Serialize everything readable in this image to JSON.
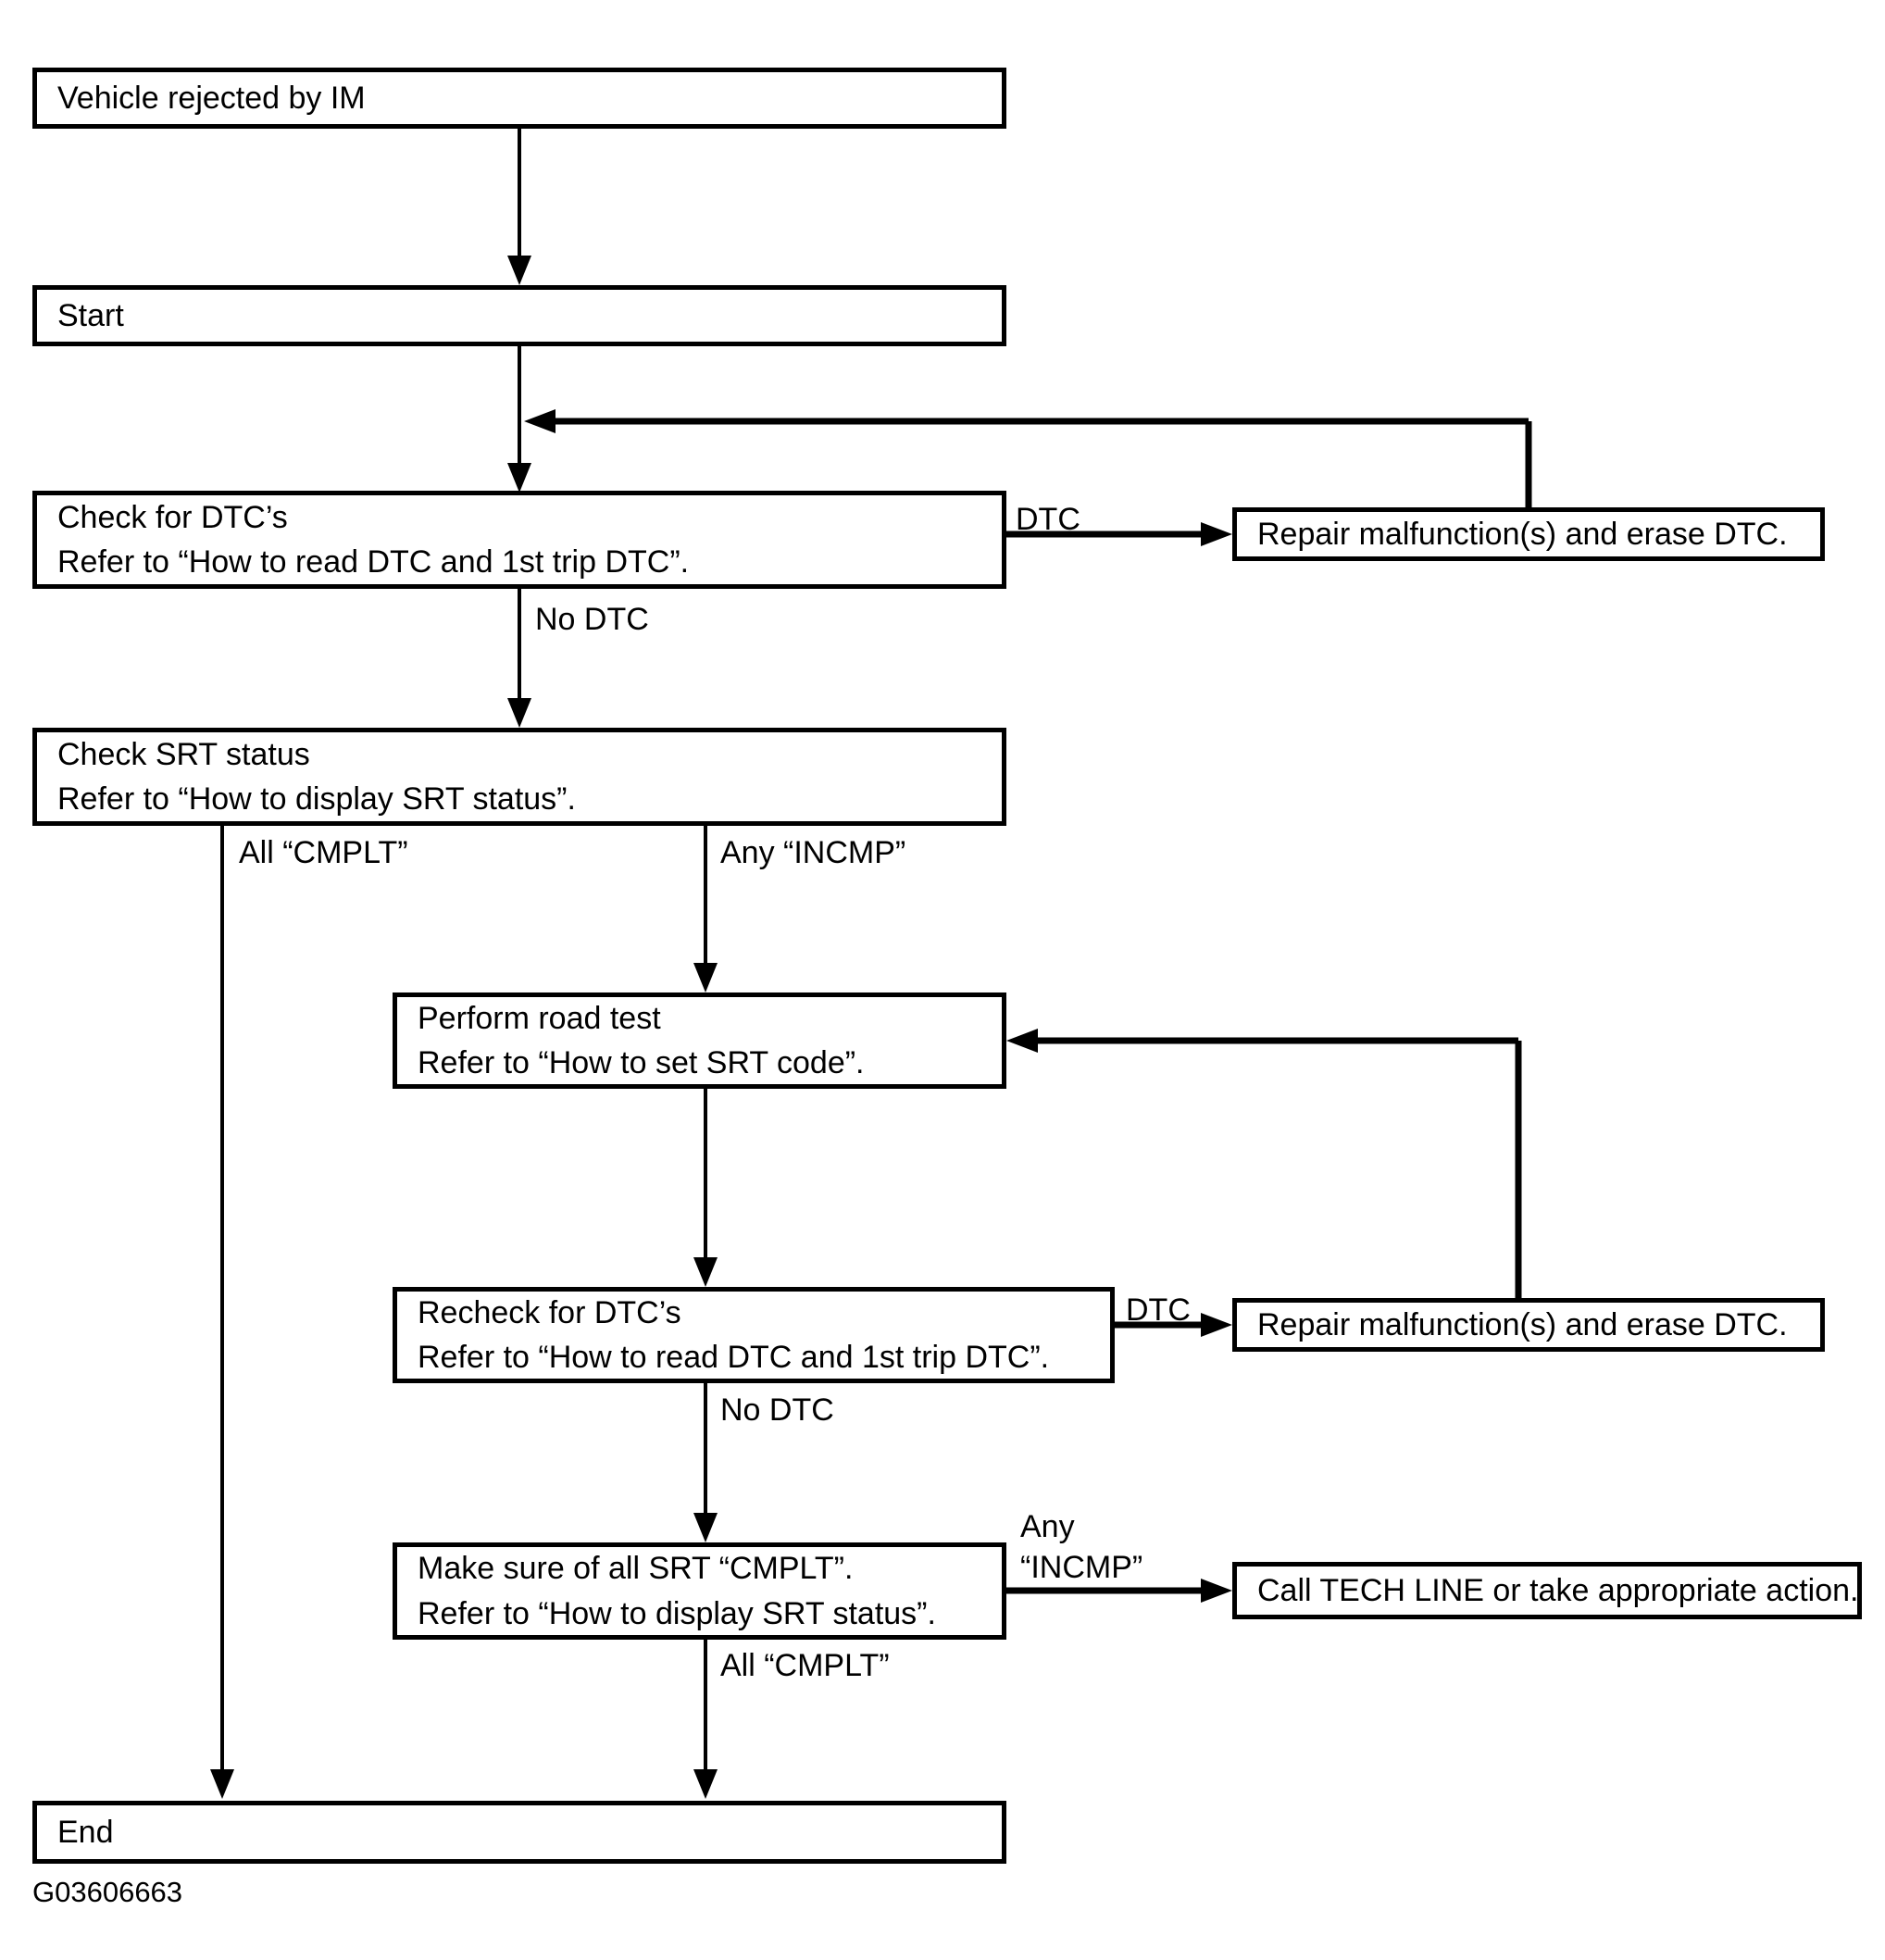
{
  "page": {
    "background": "#ffffff",
    "line_color": "#000000",
    "caption": "G03606663"
  },
  "boxes": {
    "vehicle": {
      "label": "Vehicle rejected by IM"
    },
    "start": {
      "label": "Start"
    },
    "check": {
      "lines": [
        "Check for DTC’s",
        "Refer to “How to read DTC and 1st trip DTC”."
      ]
    },
    "repair1": {
      "label": "Repair malfunction(s) and erase DTC."
    },
    "srt": {
      "lines": [
        "Check SRT status",
        "Refer to “How to display SRT status”."
      ]
    },
    "perform": {
      "lines": [
        "Perform road test",
        "Refer to “How to set SRT code”."
      ]
    },
    "recheck": {
      "lines": [
        "Recheck for DTC’s",
        "Refer to “How to read DTC and 1st trip DTC”."
      ]
    },
    "repair2": {
      "label": "Repair malfunction(s) and erase DTC."
    },
    "makesure": {
      "lines": [
        "Make sure of all SRT “CMPLT”.",
        "Refer to “How to display SRT status”."
      ]
    },
    "call": {
      "label": "Call TECH LINE or take appropriate action."
    },
    "end": {
      "label": "End"
    }
  },
  "edge_labels": {
    "dtc1": "DTC",
    "no_dtc1": "No DTC",
    "all_cmplt1": "All “CMPLT”",
    "any_incmp1": "Any “INCMP”",
    "dtc2": "DTC",
    "no_dtc2": "No DTC",
    "any2_line1": "Any",
    "any2_line2": "“INCMP”",
    "all_cmplt2": "All “CMPLT”"
  }
}
